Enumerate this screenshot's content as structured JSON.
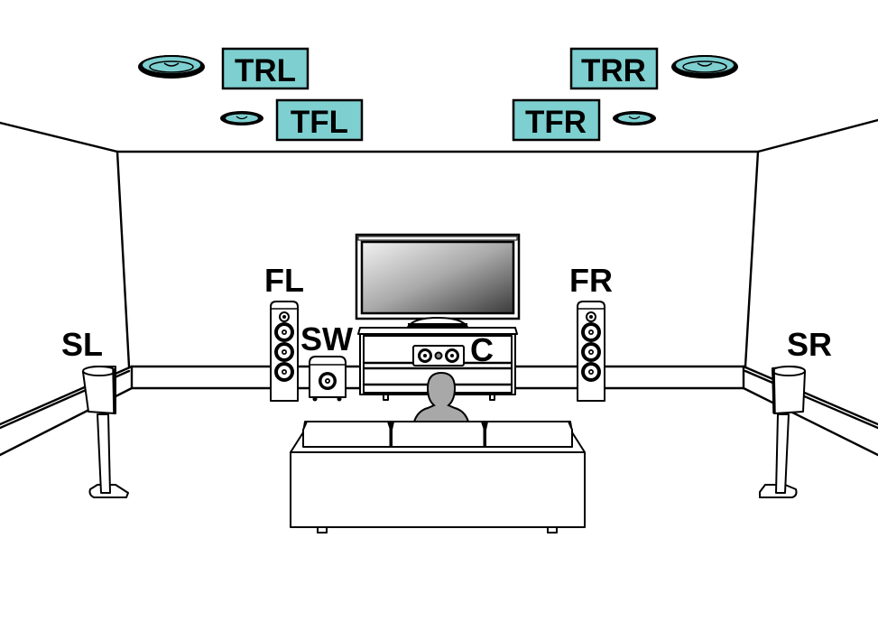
{
  "diagram": {
    "type": "speaker-layout",
    "colors": {
      "label_box_fill": "#7ECFD0",
      "ceiling_speaker_fill": "#7ECFD0",
      "line": "#000000",
      "listener": "#A8A8A8",
      "background": "#FFFFFF"
    },
    "speakers": {
      "TRL": {
        "label": "TRL",
        "group": "ceiling",
        "position": "top-rear-left"
      },
      "TFL": {
        "label": "TFL",
        "group": "ceiling",
        "position": "top-front-left"
      },
      "TRR": {
        "label": "TRR",
        "group": "ceiling",
        "position": "top-rear-right"
      },
      "TFR": {
        "label": "TFR",
        "group": "ceiling",
        "position": "top-front-right"
      },
      "FL": {
        "label": "FL",
        "group": "floor",
        "position": "front-left"
      },
      "FR": {
        "label": "FR",
        "group": "floor",
        "position": "front-right"
      },
      "C": {
        "label": "C",
        "group": "floor",
        "position": "center"
      },
      "SW": {
        "label": "SW",
        "group": "floor",
        "position": "subwoofer"
      },
      "SL": {
        "label": "SL",
        "group": "floor",
        "position": "surround-left"
      },
      "SR": {
        "label": "SR",
        "group": "floor",
        "position": "surround-right"
      }
    }
  }
}
